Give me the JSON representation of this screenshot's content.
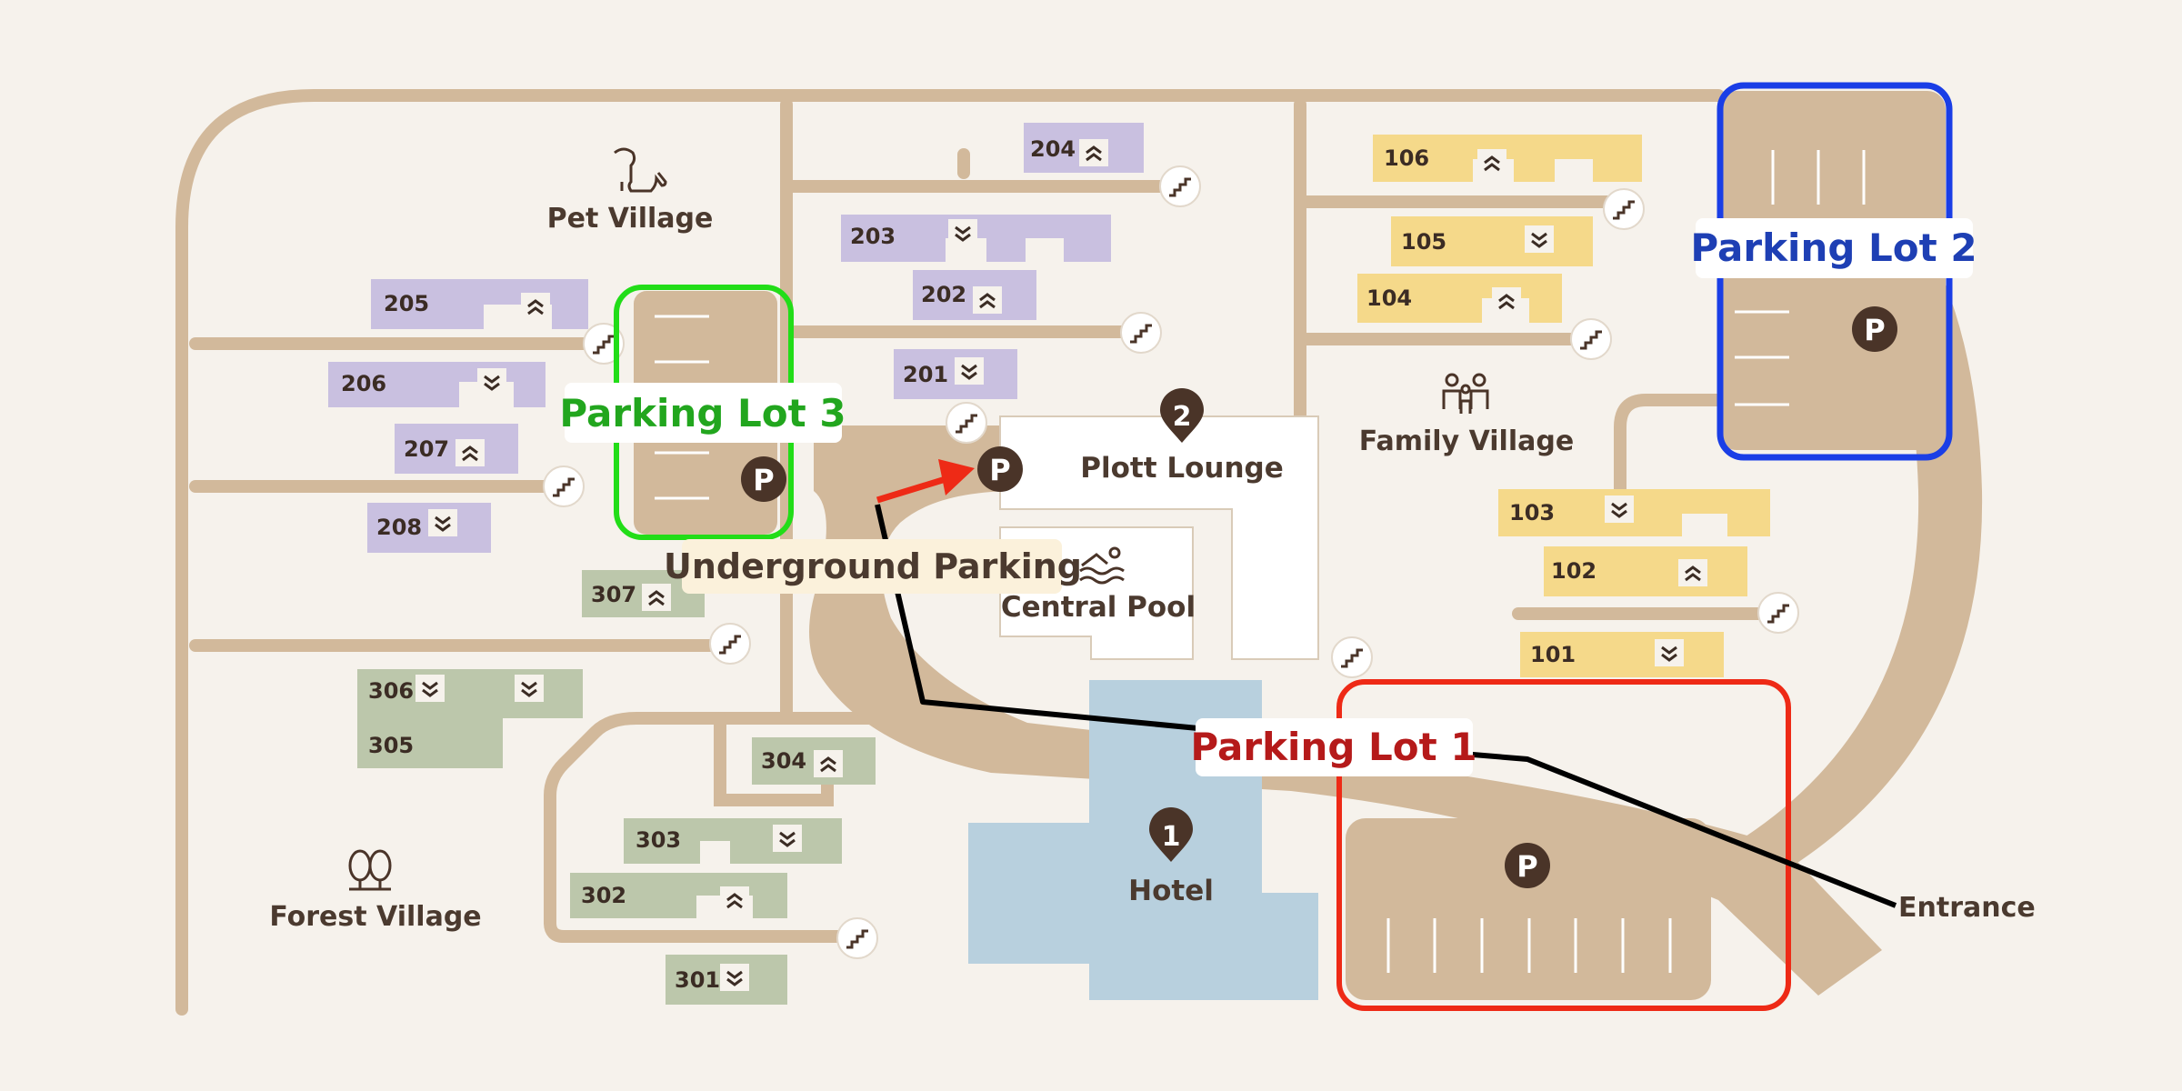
{
  "map": {
    "villages": {
      "pet": "Pet Village",
      "family": "Family Village",
      "forest": "Forest Village"
    },
    "facilities": {
      "plott_lounge": {
        "label": "Plott Lounge",
        "marker": "2"
      },
      "hotel": {
        "label": "Hotel",
        "marker": "1"
      },
      "central_pool": {
        "label": "Central Pool"
      }
    },
    "parking_lots": {
      "lot1": {
        "label": "Parking Lot 1",
        "color": "#b51a1a",
        "outline": "#ee2a16"
      },
      "lot2": {
        "label": "Parking Lot 2",
        "color": "#1e3fb4",
        "outline": "#1a3ee6"
      },
      "lot3": {
        "label": "Parking Lot 3",
        "color": "#22a61e",
        "outline": "#22dd18"
      },
      "underground": "Underground Parking",
      "symbol": "P"
    },
    "entrance": "Entrance",
    "rooms": {
      "r101": "101",
      "r102": "102",
      "r103": "103",
      "r104": "104",
      "r105": "105",
      "r106": "106",
      "r201": "201",
      "r202": "202",
      "r203": "203",
      "r204": "204",
      "r205": "205",
      "r206": "206",
      "r207": "207",
      "r208": "208",
      "r301": "301",
      "r302": "302",
      "r303": "303",
      "r304": "304",
      "r305": "305",
      "r306": "306",
      "r307": "307"
    },
    "colors": {
      "background": "#f6f2ec",
      "road": "#d2b99b",
      "purple_rooms": "#c9c0e0",
      "yellow_rooms": "#f5d98a",
      "green_rooms": "#bcc7ab",
      "hotel": "#b8d0de",
      "marker": "#4a3428"
    },
    "icons": [
      "dog-icon",
      "family-icon",
      "tree-icon",
      "pool-icon",
      "stairs-icon",
      "parking-icon",
      "location-pin-icon",
      "chevron-up-icon",
      "chevron-down-icon"
    ]
  }
}
